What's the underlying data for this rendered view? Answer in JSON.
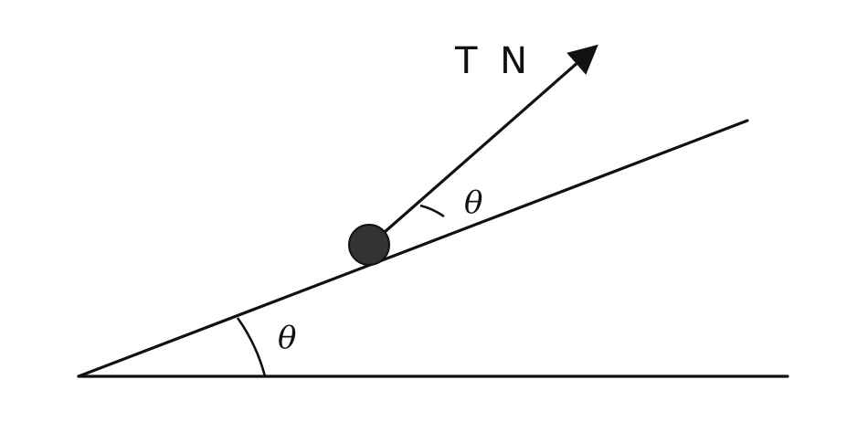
{
  "labels": {
    "force": "T N",
    "angle_ball": "θ",
    "angle_base": "θ"
  },
  "colors": {
    "ink": "#111111",
    "ball": "#333333",
    "background": "#ffffff"
  }
}
